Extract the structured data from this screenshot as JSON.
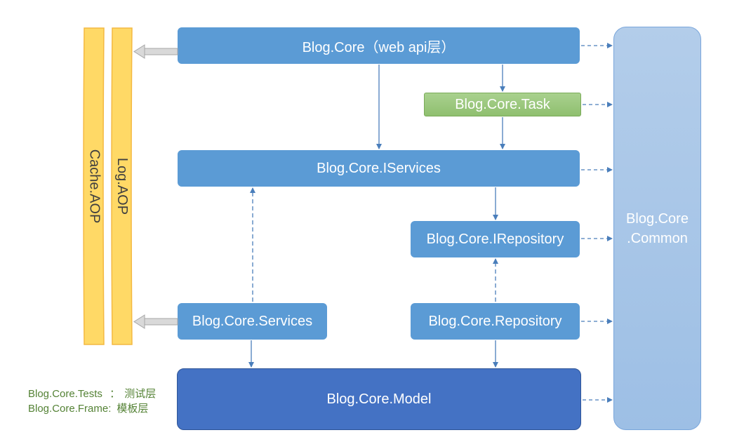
{
  "boxes": {
    "core": "Blog.Core（web api层）",
    "task": "Blog.Core.Task",
    "iservices": "Blog.Core.IServices",
    "irepository": "Blog.Core.IRepository",
    "services": "Blog.Core.Services",
    "repository": "Blog.Core.Repository",
    "model": "Blog.Core.Model",
    "common_line1": "Blog.Core",
    "common_line2": ".Common"
  },
  "pillars": {
    "cache": "Cache.AOP",
    "log": "Log.AOP"
  },
  "legend": [
    {
      "name": "Blog.Core.Tests",
      "sep": "：",
      "desc": "测试层"
    },
    {
      "name": "Blog.Core.Frame",
      "sep": ":",
      "desc": "模板层"
    }
  ],
  "colors": {
    "box_blue": "#5b9bd5",
    "model_blue": "#4472c4",
    "task_green": "#a9d18e",
    "common_light_blue": "#a3c3e8",
    "pillar_yellow": "#ffd966",
    "arrow_blue": "#4a7ebb",
    "legend_green": "#548235"
  }
}
